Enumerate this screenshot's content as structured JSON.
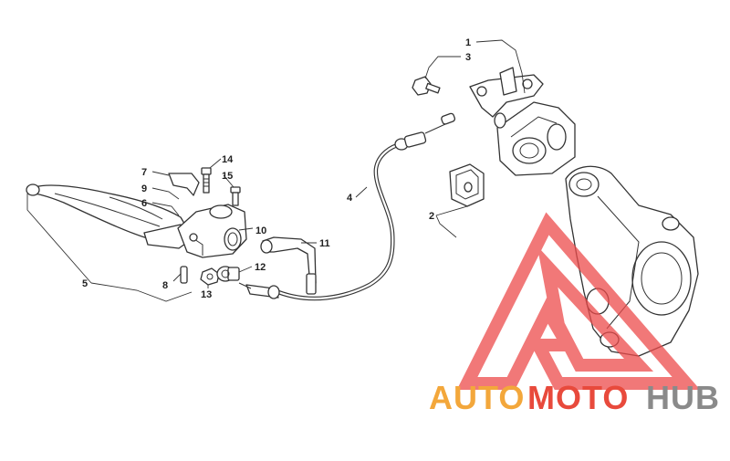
{
  "callouts": {
    "c1": "1",
    "c2": "2",
    "c3": "3",
    "c4": "4",
    "c5": "5",
    "c6": "6",
    "c7": "7",
    "c8": "8",
    "c9": "9",
    "c10": "10",
    "c11": "11",
    "c12": "12",
    "c13": "13",
    "c14": "14",
    "c15": "15"
  },
  "watermark": {
    "part_auto": "AUTO",
    "part_moto": "MOTO",
    "part_hub": "HUB",
    "color_auto": "#f3a73b",
    "color_moto": "#e84a3c",
    "color_hub": "#8a8a8a",
    "logo_color": "#ec4b4b"
  }
}
